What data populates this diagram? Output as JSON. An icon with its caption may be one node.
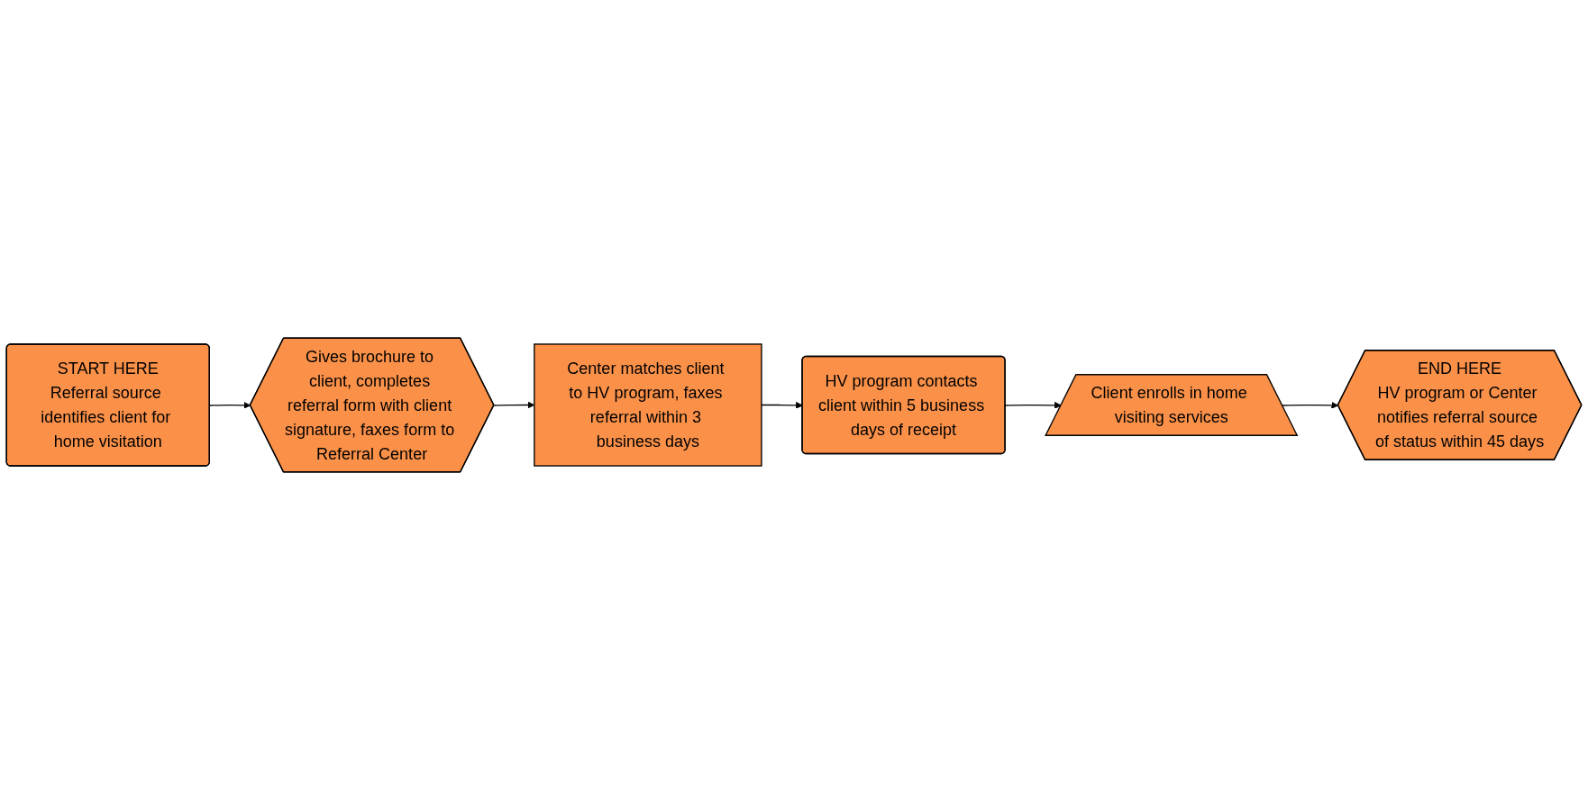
{
  "diagram": {
    "nodes": [
      {
        "text": [
          "START HERE",
          "Referral source identifies client for home visitation"
        ]
      },
      {
        "text": [
          "Gives brochure to client, completes referral form with client signature, faxes form to Referral Center"
        ]
      },
      {
        "text": [
          "Center matches client to HV program, faxes referral within 3 business days"
        ]
      },
      {
        "text": [
          "HV program contacts client within 5 business days of receipt"
        ]
      },
      {
        "text": [
          "Client enrolls in home visiting services"
        ]
      },
      {
        "text": [
          "END HERE",
          "HV program or Center notifies referral source of status within 45 days"
        ]
      }
    ],
    "edges": [
      {
        "from": 0,
        "to": 1,
        "arrow": "to"
      },
      {
        "from": 1,
        "to": 2,
        "arrow": "to"
      },
      {
        "from": 2,
        "to": 3,
        "arrow": "to"
      },
      {
        "from": 3,
        "to": 4,
        "arrow": "to"
      },
      {
        "from": 4,
        "to": 5,
        "arrow": "to"
      }
    ]
  }
}
